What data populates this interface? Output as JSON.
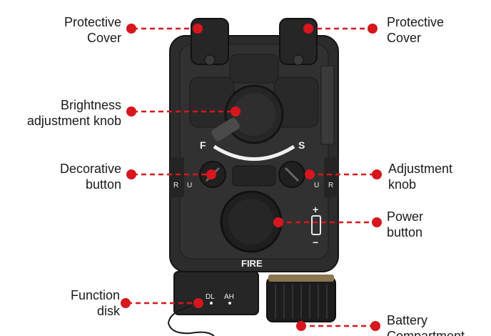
{
  "callouts": {
    "protective_cover_left": [
      "Protective",
      "Cover"
    ],
    "brightness_knob": [
      "Brightness",
      "adjustment knob"
    ],
    "decorative_button": [
      "Decorative",
      "button"
    ],
    "function_disk": [
      "Function",
      "disk"
    ],
    "protective_cover_right": [
      "Protective",
      "Cover"
    ],
    "adjustment_knob": [
      "Adjustment",
      "knob"
    ],
    "power_button": [
      "Power",
      "button"
    ],
    "battery_compartment": [
      "Battery",
      "Compartment"
    ]
  },
  "device_markings": {
    "f_label": "F",
    "s_label": "S",
    "fire_label": "FIRE",
    "r_left": "R",
    "u_left": "U",
    "u_right": "U",
    "r_right": "R",
    "plus": "+",
    "minus": "−",
    "dl": "DL",
    "ah": "AH"
  },
  "colors": {
    "callout_red": "#d7161d",
    "device_body": "#2b2b2b"
  }
}
